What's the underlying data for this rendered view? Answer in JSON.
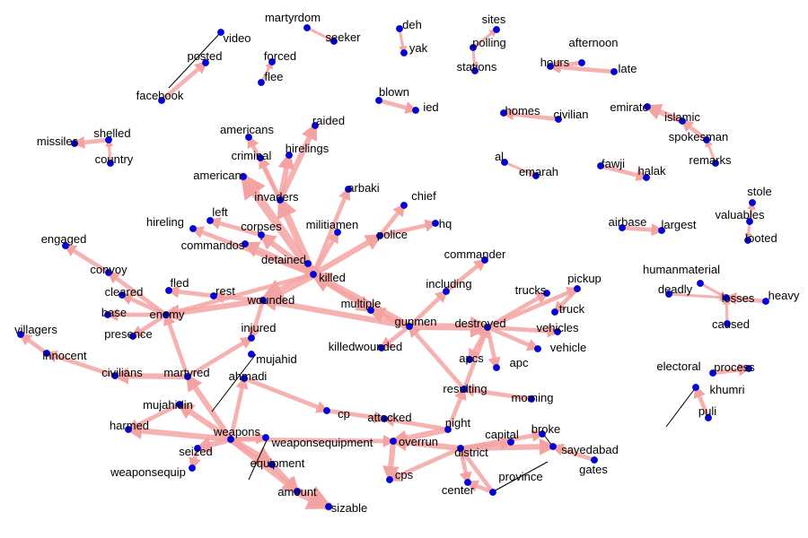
{
  "colors": {
    "edge": "#f4a3a3",
    "node": "#0000ee",
    "label": "#000000",
    "background": "#ffffff"
  },
  "nodes": [
    {
      "id": "martyrdom",
      "label": "martyrdom"
    },
    {
      "id": "seeker",
      "label": "seeker"
    },
    {
      "id": "deh",
      "label": "deh"
    },
    {
      "id": "yak",
      "label": "yak"
    },
    {
      "id": "sites",
      "label": "sites"
    },
    {
      "id": "polling",
      "label": "polling"
    },
    {
      "id": "stations",
      "label": "stations"
    },
    {
      "id": "afternoon",
      "label": "afternoon"
    },
    {
      "id": "hours",
      "label": "hours"
    },
    {
      "id": "late",
      "label": "late"
    },
    {
      "id": "video",
      "label": "video"
    },
    {
      "id": "posted",
      "label": "posted"
    },
    {
      "id": "facebook",
      "label": "facebook"
    },
    {
      "id": "forced",
      "label": "forced"
    },
    {
      "id": "flee",
      "label": "flee"
    },
    {
      "id": "blown",
      "label": "blown"
    },
    {
      "id": "ied",
      "label": "ied"
    },
    {
      "id": "homes",
      "label": "homes"
    },
    {
      "id": "civilian",
      "label": "civilian"
    },
    {
      "id": "emirate",
      "label": "emirate"
    },
    {
      "id": "islamic",
      "label": "islamic"
    },
    {
      "id": "spokesman",
      "label": "spokesman"
    },
    {
      "id": "remarks",
      "label": "remarks"
    },
    {
      "id": "raided",
      "label": "raided"
    },
    {
      "id": "americans",
      "label": "americans"
    },
    {
      "id": "hirelings",
      "label": "hirelings"
    },
    {
      "id": "criminal",
      "label": "criminal"
    },
    {
      "id": "shelled",
      "label": "shelled"
    },
    {
      "id": "missiles",
      "label": "missiles"
    },
    {
      "id": "country",
      "label": "country"
    },
    {
      "id": "al",
      "label": "al"
    },
    {
      "id": "emarah",
      "label": "emarah"
    },
    {
      "id": "fawji",
      "label": "fawji"
    },
    {
      "id": "halak",
      "label": "halak"
    },
    {
      "id": "american",
      "label": "american"
    },
    {
      "id": "invaders",
      "label": "invaders"
    },
    {
      "id": "arbaki",
      "label": "arbaki"
    },
    {
      "id": "chief",
      "label": "chief"
    },
    {
      "id": "stole",
      "label": "stole"
    },
    {
      "id": "valuables",
      "label": "valuables"
    },
    {
      "id": "looted",
      "label": "looted"
    },
    {
      "id": "left",
      "label": "left"
    },
    {
      "id": "hireling",
      "label": "hireling"
    },
    {
      "id": "corpses",
      "label": "corpses"
    },
    {
      "id": "militiamen",
      "label": "militiamen"
    },
    {
      "id": "hq",
      "label": "hq"
    },
    {
      "id": "police",
      "label": "police"
    },
    {
      "id": "airbase",
      "label": "airbase"
    },
    {
      "id": "largest",
      "label": "largest"
    },
    {
      "id": "engaged",
      "label": "engaged"
    },
    {
      "id": "commandos",
      "label": "commandos"
    },
    {
      "id": "detained",
      "label": "detained"
    },
    {
      "id": "commander",
      "label": "commander"
    },
    {
      "id": "killed",
      "label": "killed"
    },
    {
      "id": "convoy",
      "label": "convoy"
    },
    {
      "id": "humanmaterial",
      "label": "humanmaterial"
    },
    {
      "id": "pickup",
      "label": "pickup"
    },
    {
      "id": "trucks",
      "label": "trucks"
    },
    {
      "id": "including",
      "label": "including"
    },
    {
      "id": "fled",
      "label": "fled"
    },
    {
      "id": "cleared",
      "label": "cleared"
    },
    {
      "id": "rest",
      "label": "rest"
    },
    {
      "id": "deadly",
      "label": "deadly"
    },
    {
      "id": "losses",
      "label": "losses"
    },
    {
      "id": "heavy",
      "label": "heavy"
    },
    {
      "id": "wounded",
      "label": "wounded"
    },
    {
      "id": "multiple",
      "label": "multiple"
    },
    {
      "id": "truck",
      "label": "truck"
    },
    {
      "id": "base",
      "label": "base"
    },
    {
      "id": "enemy",
      "label": "enemy"
    },
    {
      "id": "destroyed",
      "label": "destroyed"
    },
    {
      "id": "gunmen",
      "label": "gunmen"
    },
    {
      "id": "vehicles",
      "label": "vehicles"
    },
    {
      "id": "caused",
      "label": "caused"
    },
    {
      "id": "villagers",
      "label": "villagers"
    },
    {
      "id": "injured",
      "label": "injured"
    },
    {
      "id": "presence",
      "label": "presence"
    },
    {
      "id": "killedwounded",
      "label": "killedwounded"
    },
    {
      "id": "vehicle",
      "label": "vehicle"
    },
    {
      "id": "innocent",
      "label": "innocent"
    },
    {
      "id": "mujahid",
      "label": "mujahid"
    },
    {
      "id": "apcs",
      "label": "apcs"
    },
    {
      "id": "apc",
      "label": "apc"
    },
    {
      "id": "electoral",
      "label": "electoral"
    },
    {
      "id": "process",
      "label": "process"
    },
    {
      "id": "civilians",
      "label": "civilians"
    },
    {
      "id": "martyred",
      "label": "martyred"
    },
    {
      "id": "ahmadi",
      "label": "ahmadi"
    },
    {
      "id": "resulting",
      "label": "resulting"
    },
    {
      "id": "khumri",
      "label": "khumri"
    },
    {
      "id": "morning",
      "label": "morning"
    },
    {
      "id": "mujahidin",
      "label": "mujahidin"
    },
    {
      "id": "puli",
      "label": "puli"
    },
    {
      "id": "cp",
      "label": "cp"
    },
    {
      "id": "attacked",
      "label": "attacked"
    },
    {
      "id": "night",
      "label": "night"
    },
    {
      "id": "harmed",
      "label": "harmed"
    },
    {
      "id": "weapons",
      "label": "weapons"
    },
    {
      "id": "capital",
      "label": "capital"
    },
    {
      "id": "broke",
      "label": "broke"
    },
    {
      "id": "overrun",
      "label": "overrun"
    },
    {
      "id": "weaponsequipment",
      "label": "weaponsequipment"
    },
    {
      "id": "seized",
      "label": "seized"
    },
    {
      "id": "district",
      "label": "district"
    },
    {
      "id": "sayedabad",
      "label": "sayedabad"
    },
    {
      "id": "equipment",
      "label": "equipment"
    },
    {
      "id": "weaponsequip",
      "label": "weaponsequip"
    },
    {
      "id": "gates",
      "label": "gates"
    },
    {
      "id": "cps",
      "label": "cps"
    },
    {
      "id": "province",
      "label": "province"
    },
    {
      "id": "center",
      "label": "center"
    },
    {
      "id": "amount",
      "label": "amount"
    },
    {
      "id": "sizable",
      "label": "sizable"
    }
  ],
  "edges": [
    {
      "source": "martyrdom",
      "target": "seeker",
      "weight": 1
    },
    {
      "source": "deh",
      "target": "yak",
      "weight": 1
    },
    {
      "source": "polling",
      "target": "sites",
      "weight": 1
    },
    {
      "source": "polling",
      "target": "stations",
      "weight": 1
    },
    {
      "source": "afternoon",
      "target": "hours",
      "weight": 2
    },
    {
      "source": "late",
      "target": "hours",
      "weight": 2
    },
    {
      "source": "facebook",
      "target": "posted",
      "weight": 2
    },
    {
      "source": "flee",
      "target": "forced",
      "weight": 1
    },
    {
      "source": "blown",
      "target": "ied",
      "weight": 2
    },
    {
      "source": "civilian",
      "target": "homes",
      "weight": 2
    },
    {
      "source": "islamic",
      "target": "emirate",
      "weight": 3
    },
    {
      "source": "spokesman",
      "target": "islamic",
      "weight": 2
    },
    {
      "source": "remarks",
      "target": "spokesman",
      "weight": 1
    },
    {
      "source": "country",
      "target": "shelled",
      "weight": 1
    },
    {
      "source": "shelled",
      "target": "missiles",
      "weight": 2
    },
    {
      "source": "al",
      "target": "emarah",
      "weight": 1
    },
    {
      "source": "fawji",
      "target": "halak",
      "weight": 2
    },
    {
      "source": "airbase",
      "target": "largest",
      "weight": 2
    },
    {
      "source": "valuables",
      "target": "stole",
      "weight": 1
    },
    {
      "source": "valuables",
      "target": "looted",
      "weight": 1
    },
    {
      "source": "humanmaterial",
      "target": "losses",
      "weight": 1
    },
    {
      "source": "deadly",
      "target": "losses",
      "weight": 1
    },
    {
      "source": "heavy",
      "target": "losses",
      "weight": 2
    },
    {
      "source": "caused",
      "target": "losses",
      "weight": 1
    },
    {
      "source": "electoral",
      "target": "process",
      "weight": 2
    },
    {
      "source": "puli",
      "target": "khumri",
      "weight": 2
    },
    {
      "source": "killed",
      "target": "invaders",
      "weight": 4
    },
    {
      "source": "invaders",
      "target": "hirelings",
      "weight": 3
    },
    {
      "source": "invaders",
      "target": "raided",
      "weight": 3
    },
    {
      "source": "invaders",
      "target": "criminal",
      "weight": 2
    },
    {
      "source": "invaders",
      "target": "americans",
      "weight": 2
    },
    {
      "source": "killed",
      "target": "american",
      "weight": 5
    },
    {
      "source": "killed",
      "target": "arbaki",
      "weight": 2
    },
    {
      "source": "killed",
      "target": "militiamen",
      "weight": 2
    },
    {
      "source": "killed",
      "target": "police",
      "weight": 3
    },
    {
      "source": "police",
      "target": "chief",
      "weight": 2
    },
    {
      "source": "police",
      "target": "hq",
      "weight": 2
    },
    {
      "source": "killed",
      "target": "corpses",
      "weight": 3
    },
    {
      "source": "corpses",
      "target": "left",
      "weight": 2
    },
    {
      "source": "killed",
      "target": "hireling",
      "weight": 2
    },
    {
      "source": "killed",
      "target": "commandos",
      "weight": 3
    },
    {
      "source": "killed",
      "target": "detained",
      "weight": 3
    },
    {
      "source": "killed",
      "target": "wounded",
      "weight": 5
    },
    {
      "source": "killed",
      "target": "multiple",
      "weight": 3
    },
    {
      "source": "wounded",
      "target": "rest",
      "weight": 2
    },
    {
      "source": "rest",
      "target": "fled",
      "weight": 2
    },
    {
      "source": "wounded",
      "target": "enemy",
      "weight": 3
    },
    {
      "source": "wounded",
      "target": "injured",
      "weight": 2
    },
    {
      "source": "enemy",
      "target": "convoy",
      "weight": 2
    },
    {
      "source": "convoy",
      "target": "engaged",
      "weight": 2
    },
    {
      "source": "enemy",
      "target": "cleared",
      "weight": 2
    },
    {
      "source": "enemy",
      "target": "base",
      "weight": 2
    },
    {
      "source": "enemy",
      "target": "presence",
      "weight": 2
    },
    {
      "source": "gunmen",
      "target": "multiple",
      "weight": 3
    },
    {
      "source": "gunmen",
      "target": "killed",
      "weight": 4
    },
    {
      "source": "gunmen",
      "target": "wounded",
      "weight": 3
    },
    {
      "source": "gunmen",
      "target": "killedwounded",
      "weight": 2
    },
    {
      "source": "gunmen",
      "target": "including",
      "weight": 2
    },
    {
      "source": "including",
      "target": "commander",
      "weight": 2
    },
    {
      "source": "gunmen",
      "target": "destroyed",
      "weight": 4
    },
    {
      "source": "destroyed",
      "target": "trucks",
      "weight": 2
    },
    {
      "source": "destroyed",
      "target": "pickup",
      "weight": 2
    },
    {
      "source": "pickup",
      "target": "truck",
      "weight": 2
    },
    {
      "source": "destroyed",
      "target": "vehicles",
      "weight": 2
    },
    {
      "source": "destroyed",
      "target": "vehicle",
      "weight": 2
    },
    {
      "source": "destroyed",
      "target": "apcs",
      "weight": 2
    },
    {
      "source": "destroyed",
      "target": "apc",
      "weight": 2
    },
    {
      "source": "resulting",
      "target": "destroyed",
      "weight": 2
    },
    {
      "source": "morning",
      "target": "resulting",
      "weight": 2
    },
    {
      "source": "resulting",
      "target": "gunmen",
      "weight": 2
    },
    {
      "source": "civilians",
      "target": "innocent",
      "weight": 2
    },
    {
      "source": "innocent",
      "target": "villagers",
      "weight": 2
    },
    {
      "source": "martyred",
      "target": "civilians",
      "weight": 3
    },
    {
      "source": "martyred",
      "target": "enemy",
      "weight": 2
    },
    {
      "source": "martyred",
      "target": "injured",
      "weight": 2
    },
    {
      "source": "weapons",
      "target": "martyred",
      "weight": 3
    },
    {
      "source": "weapons",
      "target": "mujahidin",
      "weight": 3
    },
    {
      "source": "mujahidin",
      "target": "harmed",
      "weight": 2
    },
    {
      "source": "weapons",
      "target": "harmed",
      "weight": 3
    },
    {
      "source": "weapons",
      "target": "ahmadi",
      "weight": 2
    },
    {
      "source": "weapons",
      "target": "seized",
      "weight": 3
    },
    {
      "source": "seized",
      "target": "weaponsequip",
      "weight": 2
    },
    {
      "source": "weapons",
      "target": "weaponsequipment",
      "weight": 2
    },
    {
      "source": "weapons",
      "target": "equipment",
      "weight": 4
    },
    {
      "source": "equipment",
      "target": "amount",
      "weight": 3
    },
    {
      "source": "amount",
      "target": "sizable",
      "weight": 5
    },
    {
      "source": "weapons",
      "target": "amount",
      "weight": 3
    },
    {
      "source": "weapons",
      "target": "overrun",
      "weight": 2
    },
    {
      "source": "ahmadi",
      "target": "cp",
      "weight": 2
    },
    {
      "source": "cp",
      "target": "attacked",
      "weight": 2
    },
    {
      "source": "night",
      "target": "attacked",
      "weight": 2
    },
    {
      "source": "night",
      "target": "overrun",
      "weight": 3
    },
    {
      "source": "night",
      "target": "resulting",
      "weight": 2
    },
    {
      "source": "overrun",
      "target": "cps",
      "weight": 3
    },
    {
      "source": "district",
      "target": "overrun",
      "weight": 3
    },
    {
      "source": "district",
      "target": "cps",
      "weight": 2
    },
    {
      "source": "district",
      "target": "center",
      "weight": 2
    },
    {
      "source": "district",
      "target": "capital",
      "weight": 2
    },
    {
      "source": "district",
      "target": "broke",
      "weight": 2
    },
    {
      "source": "district",
      "target": "sayedabad",
      "weight": 3
    },
    {
      "source": "province",
      "target": "district",
      "weight": 2
    },
    {
      "source": "province",
      "target": "center",
      "weight": 2
    },
    {
      "source": "gates",
      "target": "sayedabad",
      "weight": 2
    },
    {
      "source": "killed",
      "target": "enemy",
      "weight": 2
    }
  ]
}
